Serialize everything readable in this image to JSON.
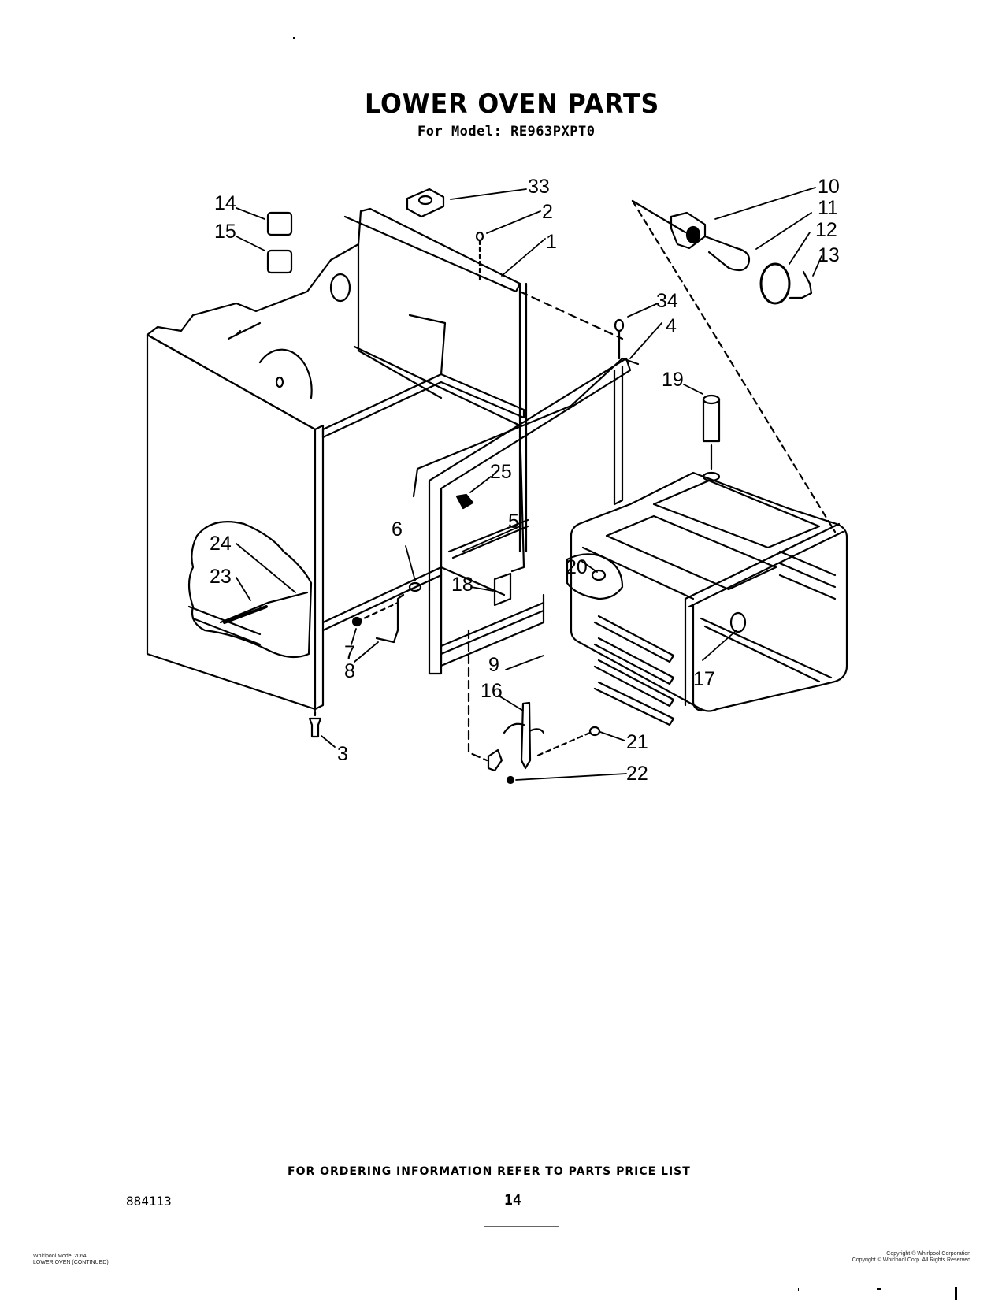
{
  "document": {
    "title": "LOWER OVEN PARTS",
    "subtitle": "For Model: RE963PXPT0",
    "order_note": "FOR ORDERING INFORMATION REFER TO PARTS PRICE LIST",
    "doc_number": "884113",
    "page_number": "14",
    "footer_left": [
      "Whirlpool Model 2064",
      "LOWER OVEN (CONTINUED)"
    ],
    "footer_right": [
      "Copyright © Whirlpool Corporation",
      "Copyright © Whirlpool Corp. All Rights Reserved"
    ]
  },
  "diagram": {
    "callouts": [
      {
        "id": "1",
        "label": "1"
      },
      {
        "id": "2",
        "label": "2"
      },
      {
        "id": "3",
        "label": "3"
      },
      {
        "id": "4",
        "label": "4"
      },
      {
        "id": "5",
        "label": "5"
      },
      {
        "id": "6",
        "label": "6"
      },
      {
        "id": "7",
        "label": "7"
      },
      {
        "id": "8",
        "label": "8"
      },
      {
        "id": "9",
        "label": "9"
      },
      {
        "id": "10",
        "label": "10"
      },
      {
        "id": "11",
        "label": "11"
      },
      {
        "id": "12",
        "label": "12"
      },
      {
        "id": "13",
        "label": "13"
      },
      {
        "id": "14",
        "label": "14"
      },
      {
        "id": "15",
        "label": "15"
      },
      {
        "id": "16",
        "label": "16"
      },
      {
        "id": "17",
        "label": "17"
      },
      {
        "id": "18",
        "label": "18"
      },
      {
        "id": "19",
        "label": "19"
      },
      {
        "id": "20",
        "label": "20"
      },
      {
        "id": "21",
        "label": "21"
      },
      {
        "id": "22",
        "label": "22"
      },
      {
        "id": "23",
        "label": "23"
      },
      {
        "id": "24",
        "label": "24"
      },
      {
        "id": "25",
        "label": "25"
      },
      {
        "id": "33",
        "label": "33"
      },
      {
        "id": "34",
        "label": "34"
      }
    ]
  }
}
